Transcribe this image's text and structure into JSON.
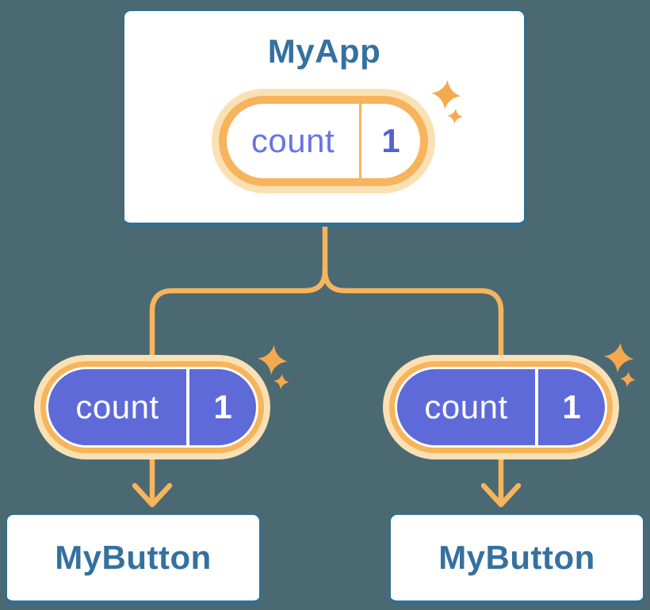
{
  "diagram": {
    "description_labels": {
      "root_title": "MyApp",
      "pill_label": "count",
      "pill_value": "1",
      "child_title": "MyButton"
    }
  },
  "root_component": {
    "title": "MyApp",
    "state_pill": {
      "label": "count",
      "value": "1"
    }
  },
  "child_components": [
    {
      "title": "MyButton",
      "prop_pill": {
        "label": "count",
        "value": "1"
      }
    },
    {
      "title": "MyButton",
      "prop_pill": {
        "label": "count",
        "value": "1"
      }
    }
  ],
  "icons": {
    "sparkle": "sparkle-icon"
  },
  "colors": {
    "background": "#4B6972",
    "card_background": "#FFFFFF",
    "card_border_blue": "#2F6F94",
    "title_text_blue": "#35719F",
    "connector_orange": "#F6B45C",
    "pill_halo_peach": "#FBE0B4",
    "pill_purple": "#5F6AD9",
    "state_label_purple": "#6674E2",
    "state_value_purple": "#5560D0",
    "sparkle_orange": "#F5A94E"
  }
}
